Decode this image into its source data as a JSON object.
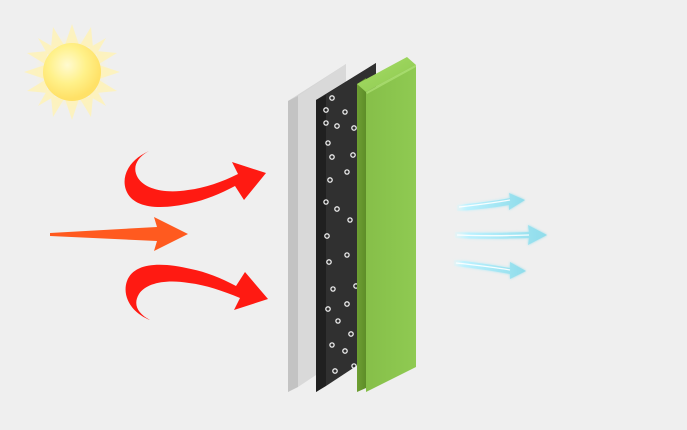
{
  "diagram": {
    "elements": [
      {
        "name": "sun-icon",
        "kind": "sun"
      },
      {
        "name": "incoming-heat-arrow-top",
        "kind": "curved-arrow",
        "color": "#ff1a12"
      },
      {
        "name": "incoming-heat-arrow-middle",
        "kind": "straight-arrow",
        "color": "#ff5a1f"
      },
      {
        "name": "incoming-heat-arrow-bottom",
        "kind": "curved-arrow",
        "color": "#ff1a12"
      },
      {
        "name": "layer-gray",
        "kind": "panel",
        "color": "#d3d3d3"
      },
      {
        "name": "layer-black",
        "kind": "panel",
        "color": "#2a2a2a"
      },
      {
        "name": "layer-green",
        "kind": "panel",
        "color": "#8bc34a"
      },
      {
        "name": "outgoing-cool-arrow-top",
        "kind": "straight-arrow",
        "color": "#8fdcea"
      },
      {
        "name": "outgoing-cool-arrow-middle",
        "kind": "straight-arrow",
        "color": "#8fdcea"
      },
      {
        "name": "outgoing-cool-arrow-bottom",
        "kind": "straight-arrow",
        "color": "#8fdcea"
      }
    ]
  },
  "colors": {
    "background": "#efefef",
    "sun_core": "#fff27a",
    "sun_glow": "#fff6b5",
    "heat_red": "#ff1a12",
    "heat_orange": "#ff5a1f",
    "cool_blue": "#8fdcea",
    "panel_gray": "#d3d3d3",
    "panel_black": "#2a2a2a",
    "panel_green": "#8bc34a",
    "panel_green_dark": "#6ea835",
    "panel_green_light": "#9bd35c"
  }
}
